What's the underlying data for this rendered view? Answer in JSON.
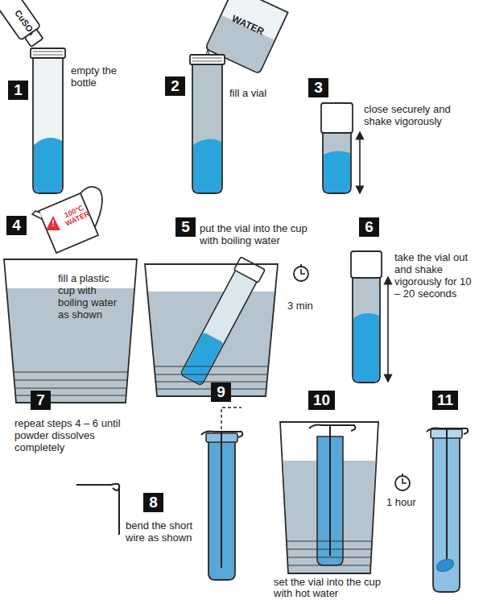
{
  "diagram": {
    "nodes": [
      {
        "text": [
          "1"
        ]
      },
      {
        "text": [
          "2"
        ]
      },
      {
        "text": [
          "3"
        ]
      },
      {
        "text": [
          "4"
        ]
      },
      {
        "text": [
          "5"
        ]
      },
      {
        "text": [
          "6"
        ]
      },
      {
        "text": [
          "7"
        ]
      },
      {
        "text": [
          "8"
        ]
      },
      {
        "text": [
          "9"
        ]
      },
      {
        "text": [
          "10"
        ]
      },
      {
        "text": [
          "11"
        ]
      }
    ],
    "labels": [
      "CuSO₄",
      "empty the bottle",
      "WATER",
      "fill a vial",
      "close securely and shake vigorously",
      "!",
      "100°C WATER",
      "fill a plastic cup with boiling water as shown",
      "put the vial into the cup with boiling water",
      "3 min",
      "take the vial out and shake vigorously for 10 – 20 seconds",
      "repeat steps 4 – 6 until powder dissolves completely",
      "bend the short wire as shown",
      "set the vial into the cup with hot water",
      "1 hour"
    ]
  }
}
